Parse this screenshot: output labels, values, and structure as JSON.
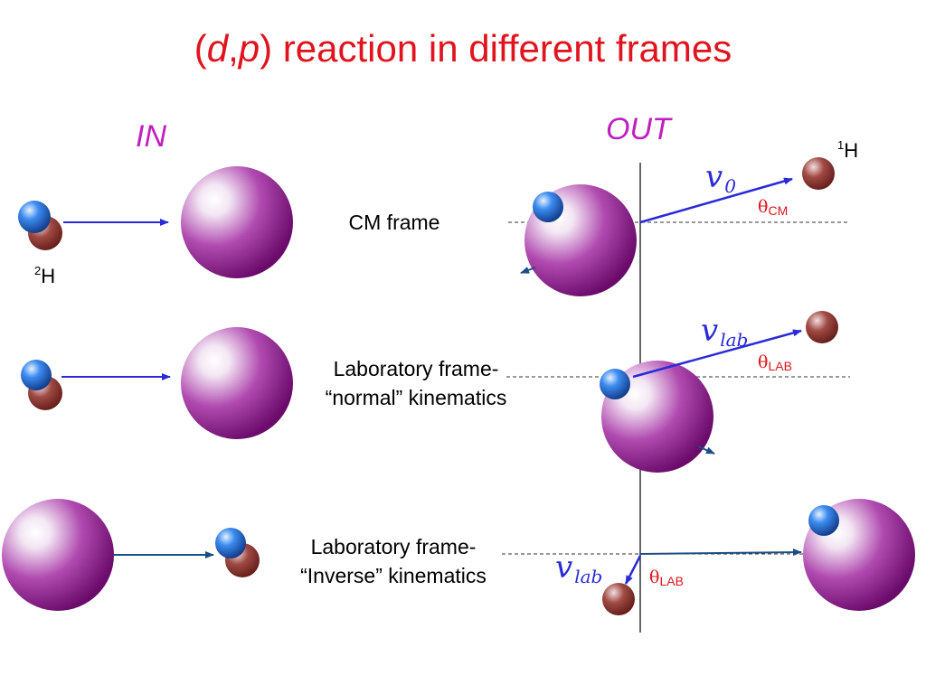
{
  "title": {
    "open": "(",
    "d": "d",
    "comma": ",",
    "p": "p",
    "close": ")",
    "rest": " reaction in different frames"
  },
  "columns": {
    "in": "IN",
    "out": "OUT"
  },
  "rows": {
    "cm": "CM frame",
    "normal_line1": "Laboratory frame-",
    "normal_line2": "“normal” kinematics",
    "inverse_line1": "Laboratory frame-",
    "inverse_line2": "“Inverse” kinematics"
  },
  "isotopes": {
    "deuteron": {
      "mass": "2",
      "symbol": "H"
    },
    "proton": {
      "mass": "1",
      "symbol": "H"
    }
  },
  "velocities": {
    "v0": {
      "v": "v",
      "sub": "0"
    },
    "vlab1": {
      "v": "v",
      "sub": "lab"
    },
    "vlab2": {
      "v": "v",
      "sub": "lab"
    }
  },
  "angles": {
    "cm": {
      "theta": "θ",
      "sub": "CM"
    },
    "lab1": {
      "theta": "θ",
      "sub": "LAB"
    },
    "lab2": {
      "theta": "θ",
      "sub": "LAB"
    }
  },
  "colors": {
    "title": "#e0141e",
    "header": "#c020c0",
    "nucleus": "#8a1a8a",
    "deuteron_blue": "#1a5fd0",
    "proton_brown": "#8e3a34",
    "arrow": "#2a2ad8"
  }
}
